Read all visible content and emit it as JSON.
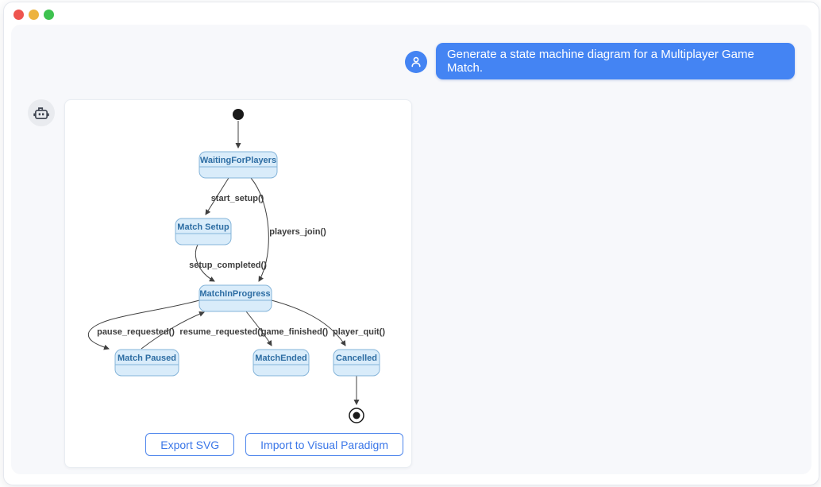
{
  "window": {
    "traffic_lights": [
      {
        "name": "close",
        "color": "#ee554f"
      },
      {
        "name": "minimize",
        "color": "#edb33e"
      },
      {
        "name": "zoom",
        "color": "#3ec24f"
      }
    ]
  },
  "chat": {
    "user_message": "Generate a state machine diagram for a Multiplayer Game Match.",
    "user_avatar_icon": "person-icon",
    "bot_avatar_icon": "robot-icon"
  },
  "diagram": {
    "type": "state-machine",
    "has_initial_state": true,
    "has_final_state": true,
    "states": [
      {
        "label": "WaitingForPlayers"
      },
      {
        "label": "Match Setup"
      },
      {
        "label": "MatchInProgress"
      },
      {
        "label": "Match Paused"
      },
      {
        "label": "MatchEnded"
      },
      {
        "label": "Cancelled"
      }
    ],
    "transitions": [
      {
        "from": "initial",
        "to": "WaitingForPlayers",
        "label": ""
      },
      {
        "from": "WaitingForPlayers",
        "to": "Match Setup",
        "label": "start_setup()"
      },
      {
        "from": "WaitingForPlayers",
        "to": "MatchInProgress",
        "label": "players_join()"
      },
      {
        "from": "Match Setup",
        "to": "MatchInProgress",
        "label": "setup_completed()"
      },
      {
        "from": "MatchInProgress",
        "to": "Match Paused",
        "label": "pause_requested()"
      },
      {
        "from": "Match Paused",
        "to": "MatchInProgress",
        "label": "resume_requested()"
      },
      {
        "from": "MatchInProgress",
        "to": "MatchEnded",
        "label": "game_finished()"
      },
      {
        "from": "MatchInProgress",
        "to": "Cancelled",
        "label": "player_quit()"
      },
      {
        "from": "Cancelled",
        "to": "final",
        "label": ""
      }
    ]
  },
  "actions": {
    "export_svg_label": "Export SVG",
    "import_label": "Import to Visual Paradigm"
  },
  "colors": {
    "accent_blue": "#4484f3",
    "panel_bg": "#f7f8fb",
    "state_fill": "#d9ecfa",
    "state_border": "#84b4d9",
    "state_text": "#2d6da3",
    "edge": "#404040",
    "button_text": "#3a76e8",
    "button_border": "#4d85ec"
  }
}
